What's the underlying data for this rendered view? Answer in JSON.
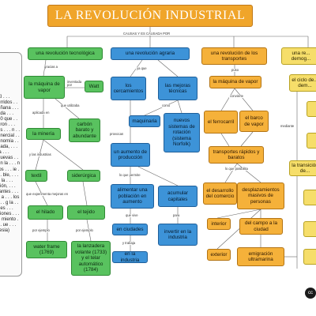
{
  "title": "LA REVOLUCIÓN INDUSTRIAL",
  "link_labels": {
    "caused": "CAUSAS Y ES CAUSADA POR",
    "gracias": "gracias a",
    "inventada": "inventada por",
    "que_utilizaba": "que utilizaba",
    "aplicada": "aplicada en",
    "y_industrias": "y las industrias",
    "mejoras": "que experimenta mejoras en",
    "ejemplo1": "por ejemplo",
    "ejemplo2": "por ejemplo",
    "ya_que": "ya que",
    "como": "como",
    "provocan": "provocan",
    "permite": "lo que permite",
    "que_vive": "que vive",
    "para": "para",
    "trabaja": "y trabaja",
    "puso": "puso",
    "convierte": "convierte",
    "posibilita": "lo que posibilita",
    "mediante": "mediante"
  },
  "intro_text": "El . . . orridos . . . ñana . . . ada . . . 50 que . . . ron . . . es . . . n . . . nercial . . . nomía . . . ada, . . . la . . . nuevas . . . n la . . . n los . . . ie . . . ble, . . . y la . . . ción, . . . tantes . . . y a . . . los . . . g la . . . es . . . ziones . . . o miento . . . ue . . . resia)",
  "nodes": {
    "tecnologica": "una revolución tecnológica",
    "agraria": "una revolución agraria",
    "transportes": "una revolución de los transportes",
    "demografica": "una re... demog...",
    "maquina_vapor": "la máquina de vapor",
    "watt": "Watt",
    "carbon": "carbón barato y abundante",
    "mineria": "la minería",
    "textil": "textil",
    "siderurgica": "siderúrgica",
    "hilado": "el hilado",
    "tejido": "el tejido",
    "water_frame": "water frame (1769)",
    "lanzadera": "la lanzadera volante (1733) y el telar automático (1784)",
    "cercamientos": "los cercamientos",
    "mejoras_tecnicas": "las mejoras técnicas",
    "maquinaria": "maquinaria",
    "rotacion": "nuevos sistemas de rotación (sistema Norfolk)",
    "aumento": "un aumento de producción",
    "alimentar": "alimentar una población en aumento",
    "acumular": "acumular capitales",
    "ciudades": "en ciudades",
    "industria": "en la industria",
    "invertir": "invertir en la industria",
    "maquina_vapor2": "la máquina de vapor",
    "ferrocarril": "el ferrocarril",
    "barco": "el barco de vapor",
    "rapidos": "transportes rápidos y baratos",
    "comercio": "el desarrollo del comercio",
    "desplazamientos": "desplazamientos masivos de personas",
    "interior": "interior",
    "campo_ciudad": "del campo a la ciudad",
    "exterior": "exterior",
    "emigracion": "emigración ultramarina",
    "ciclo": "el ciclo de... dem...",
    "transicion": "la transición de..."
  },
  "license_icon": "cc-license-icon"
}
